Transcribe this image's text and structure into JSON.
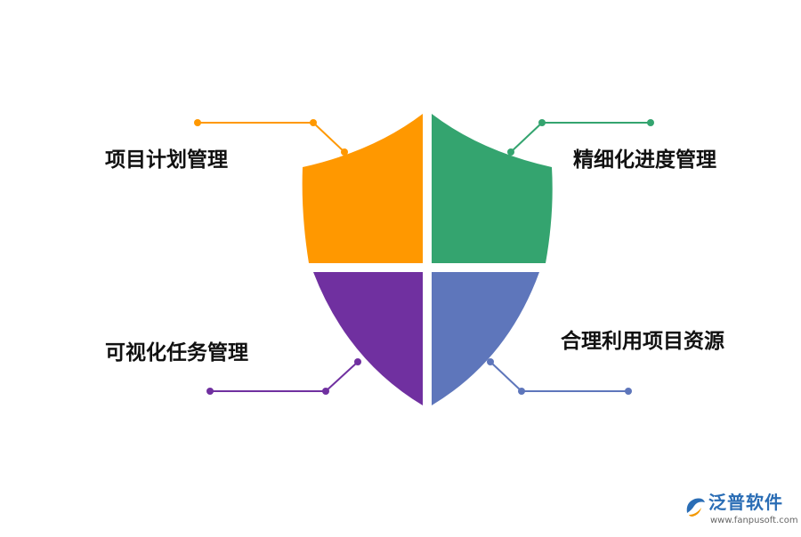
{
  "diagram": {
    "segments": [
      {
        "id": "top-left",
        "label": "项目计划管理",
        "color": "#FF9800"
      },
      {
        "id": "top-right",
        "label": "精细化进度管理",
        "color": "#34A46F"
      },
      {
        "id": "bottom-left",
        "label": "可视化任务管理",
        "color": "#7030A0"
      },
      {
        "id": "bottom-right",
        "label": "合理利用项目资源",
        "color": "#5E76BB"
      }
    ]
  },
  "logo": {
    "name": "泛普软件",
    "url": "www.fanpusoft.com",
    "color": "#2A6DB5"
  }
}
